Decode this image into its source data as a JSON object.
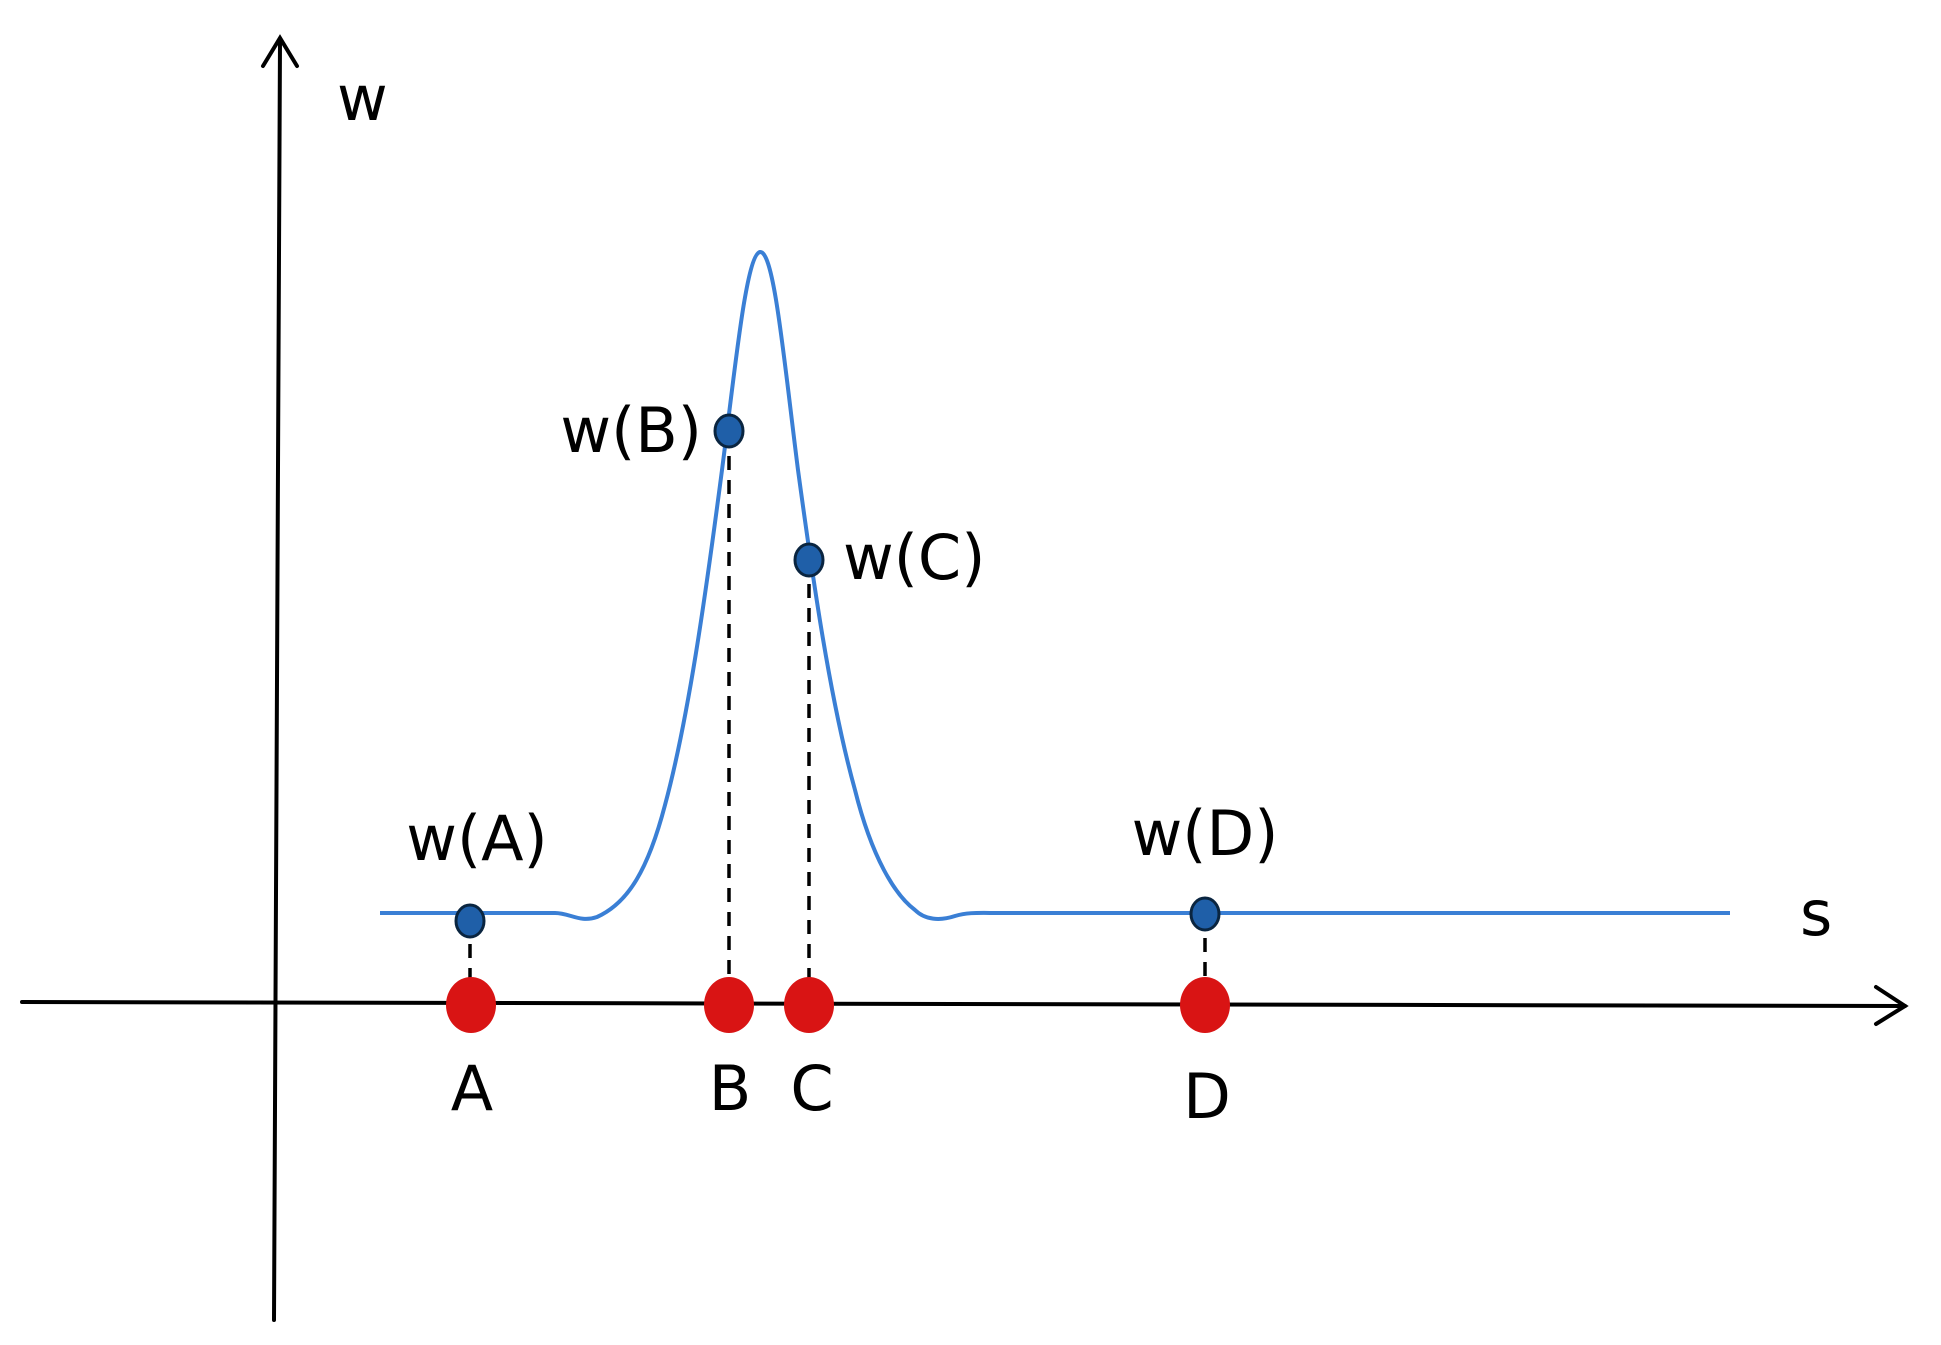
{
  "axes": {
    "y_label": "w",
    "x_label": "s"
  },
  "points": [
    {
      "name": "A",
      "value_label": "w(A)"
    },
    {
      "name": "B",
      "value_label": "w(B)"
    },
    {
      "name": "C",
      "value_label": "w(C)"
    },
    {
      "name": "D",
      "value_label": "w(D)"
    }
  ],
  "colors": {
    "curve": "#3a7fd5",
    "sample_point": "#1f5fa8",
    "axis_point": "#d91414",
    "axes": "#000000"
  }
}
